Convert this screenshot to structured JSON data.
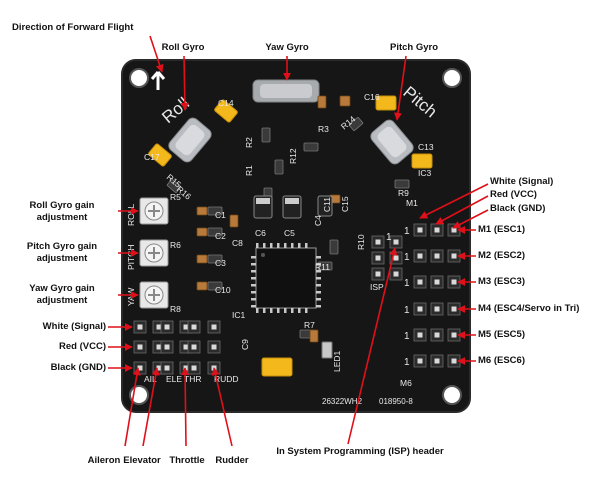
{
  "title": "Direction of Forward Flight",
  "gyros": {
    "roll": "Roll Gyro",
    "yaw": "Yaw Gyro",
    "pitch": "Pitch Gyro"
  },
  "pots": {
    "roll": "Roll Gyro gain\nadjustment",
    "pitch": "Pitch Gyro gain\nadjustment",
    "yaw": "Yaw Gyro gain\nadjustment"
  },
  "left_header": {
    "signal": "White (Signal)",
    "vcc": "Red (VCC)",
    "gnd": "Black (GND)"
  },
  "bottom_inputs": {
    "aileron": "Aileron",
    "elevator": "Elevator",
    "throttle": "Throttle",
    "rudder": "Rudder"
  },
  "isp": "In System Programming (ISP) header",
  "right_header": {
    "signal": "White (Signal)",
    "vcc": "Red (VCC)",
    "gnd": "Black (GND)"
  },
  "motors": [
    "M1 (ESC1)",
    "M2 (ESC2)",
    "M3 (ESC3)",
    "M4 (ESC4/Servo in Tri)",
    "M5 (ESC5)",
    "M6 (ESC6)"
  ],
  "board": {
    "roll_text": "Roll",
    "pitch_text": "Pitch",
    "silk_refs": [
      "C14",
      "C17",
      "R16",
      "R15",
      "R2",
      "R3",
      "R12",
      "R1",
      "C16",
      "R14",
      "C13",
      "IC3",
      "R9",
      "M1",
      "C15",
      "C11",
      "C4",
      "C1",
      "C2",
      "C3",
      "C10",
      "C8",
      "C6",
      "C5",
      "R5",
      "R6",
      "R8",
      "R10",
      "R11",
      "IC1",
      "R7",
      "C9",
      "LED1",
      "ISP",
      "M6",
      "AIL",
      "ELE",
      "THR",
      "RUDD",
      "ROLL",
      "PITCH",
      "YAW"
    ],
    "serial_left": "26322WH2",
    "serial_right": "018950-8",
    "header_one": "1"
  }
}
